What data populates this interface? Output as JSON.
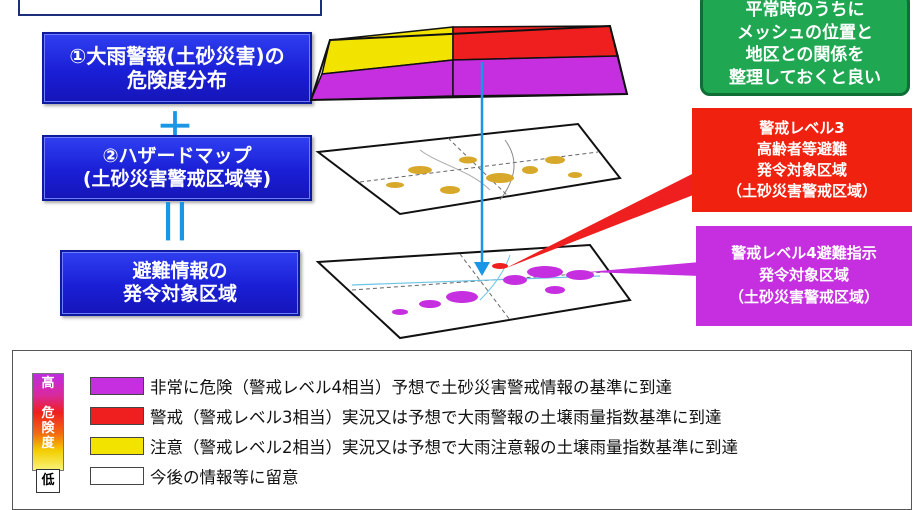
{
  "steps": {
    "step1": [
      "①大雨警報(土砂災害)の",
      "危険度分布"
    ],
    "plus": "＋",
    "step2": [
      "②ハザードマップ",
      "(土砂災害警戒区域等)"
    ],
    "equals": "||",
    "step3": [
      "避難情報の",
      "発令対象区域"
    ]
  },
  "notes": {
    "green": [
      "平常時のうちに",
      "メッシュの位置と",
      "地区との関係を",
      "整理しておくと良い"
    ],
    "red": [
      "警戒レベル3",
      "高齢者等避難",
      "発令対象区域",
      "（土砂災害警戒区域）"
    ],
    "magenta": [
      "警戒レベル4避難指示",
      "発令対象区域",
      "（土砂災害警戒区域）"
    ]
  },
  "scale": {
    "high": "高",
    "mid": [
      "危",
      "険",
      "度"
    ],
    "low": "低"
  },
  "legend": [
    {
      "color": "#c62fe0",
      "label": "非常に危険（警戒レベル4相当）予想で土砂災害警戒情報の基準に到達"
    },
    {
      "color": "#ef1f1f",
      "label": "警戒（警戒レベル3相当）実況又は予想で大雨警報の土壌雨量指数基準に到達"
    },
    {
      "color": "#f3e400",
      "label": "注意（警戒レベル2相当）実況又は予想で大雨注意報の土壌雨量指数基準に到達"
    },
    {
      "color": "#ffffff",
      "label": "今後の情報等に留意"
    }
  ],
  "colors": {
    "step_blue": "#1a1fd6",
    "arrow_blue": "#1a96e6",
    "note_green": "#1fa752",
    "red": "#ef1f1f",
    "magenta": "#c62fe0",
    "yellow": "#f3e400"
  }
}
